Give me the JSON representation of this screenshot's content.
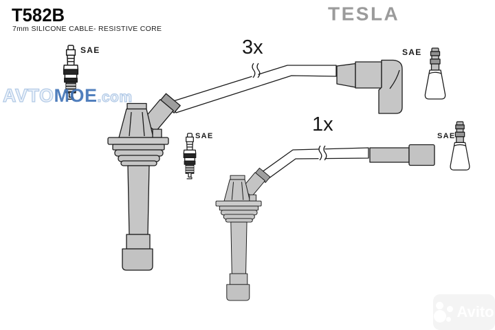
{
  "product": {
    "part_number": "T582B",
    "description": "7mm SILICONE CABLE- RESISTIVE CORE"
  },
  "brand": {
    "name": "TESLA",
    "logo_color": "#9b9b9b"
  },
  "diagram": {
    "top_cable": {
      "quantity": "3x",
      "left_connector_standard": "SAE",
      "right_connector_standard": "SAE"
    },
    "bottom_cable": {
      "quantity": "1x",
      "left_connector_standard": "SAE",
      "right_connector_standard": "SAE"
    },
    "colors": {
      "outline": "#1a1a1a",
      "rubber_gray": "#c6c6c6",
      "band_gray": "#9e9e9e"
    }
  },
  "watermarks": {
    "site_prefix": "AVTO",
    "site_mid": "MOE",
    "site_suffix": ".com",
    "site_light_color": "#a9c4e4",
    "site_accent_color": "#3f72b6",
    "marketplace": "Avito"
  }
}
